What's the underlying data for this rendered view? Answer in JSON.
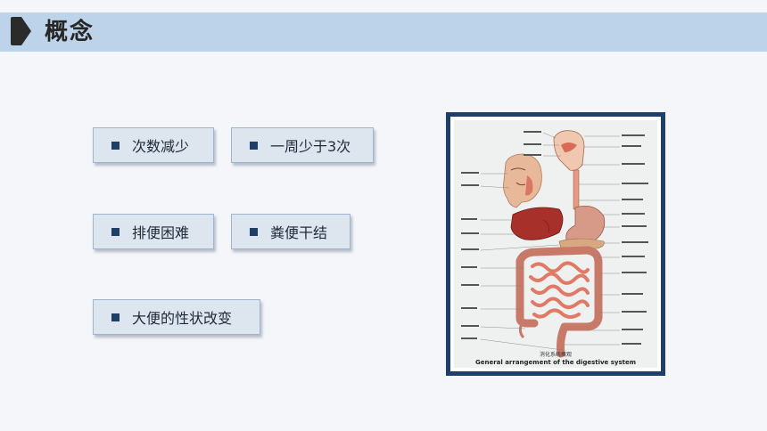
{
  "header": {
    "title": "概念"
  },
  "tags": [
    {
      "label": "次数减少"
    },
    {
      "label": "一周少于3次"
    },
    {
      "label": "排便困难"
    },
    {
      "label": "粪便干结"
    },
    {
      "label": "大便的性状改变"
    }
  ],
  "figure": {
    "caption_cn": "消化系统概观",
    "caption_en": "General arrangement of the digestive system"
  },
  "colors": {
    "header_band": "#bcd3ea",
    "accent": "#1d3f6a",
    "tag_bg": "#dde6ef"
  }
}
